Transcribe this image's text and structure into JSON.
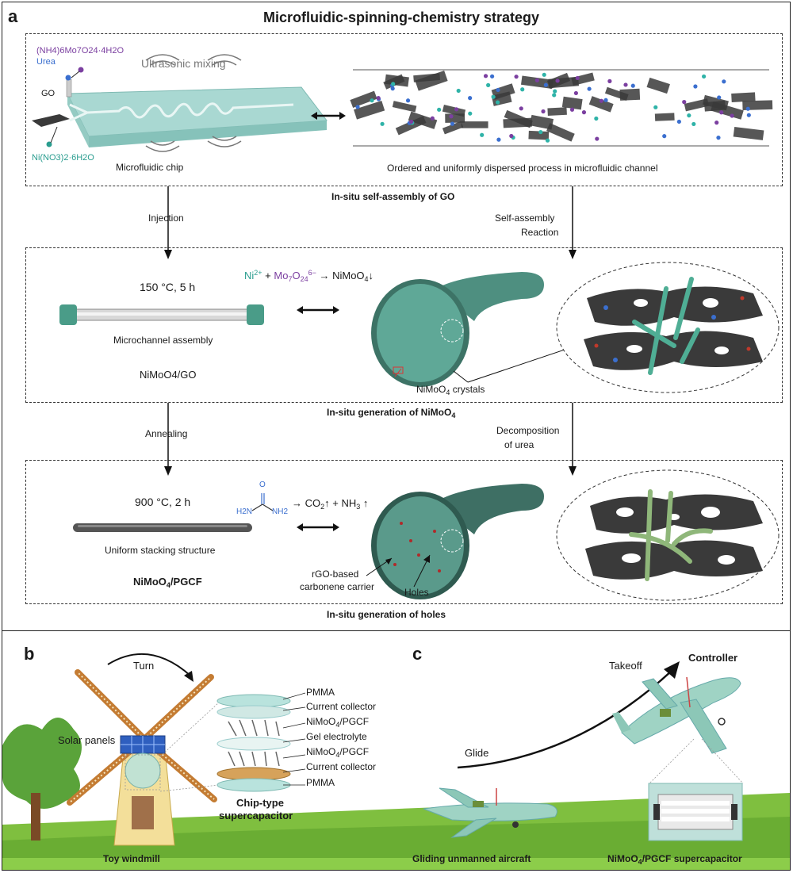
{
  "panel_a": {
    "letter": "a",
    "title": "Microfluidic-spinning-chemistry strategy",
    "box1": {
      "reagent_top": "(NH4)6Mo7O24·4H2O",
      "reagent_urea": "Urea",
      "reagent_go": "GO",
      "reagent_ni": "Ni(NO3)2·6H2O",
      "ultrasonic": "Ultrasonic mixing",
      "chip": "Microfluidic chip",
      "process": "Ordered and uniformly dispersed process  in microfluidic channel",
      "caption": "In-situ self-assembly of GO"
    },
    "arrow_left_1": "Injection",
    "arrow_right_1_line1": "Self-assembly",
    "arrow_right_1_line2": "Reaction",
    "box2": {
      "condition": "150 °C, 5 h",
      "reaction": "Ni2+ + Mo7O24 6− → NiMoO4↓",
      "assembly": "Microchannel assembly",
      "product": "NiMoO4/GO",
      "crystals": "NiMoO4 crystals",
      "caption": "In-situ generation of NiMoO4"
    },
    "arrow_left_2": "Annealing",
    "arrow_right_2_line1": "Decomposition",
    "arrow_right_2_line2": "of urea",
    "box3": {
      "condition": "900 °C, 2 h",
      "urea_h2n": "H2N",
      "urea_nh2": "NH2",
      "urea_o": "O",
      "reaction": "→ CO2↑ + NH3 ↑",
      "structure": "Uniform stacking structure",
      "product": "NiMoO4/PGCF",
      "carrier_line1": "rGO-based",
      "carrier_line2": "carbonene carrier",
      "holes": "Holes",
      "caption": "In-situ generation of holes"
    }
  },
  "panel_b": {
    "letter": "b",
    "turn": "Turn",
    "solar": "Solar panels",
    "layers": [
      "PMMA",
      "Current collector",
      "NiMoO4/PGCF",
      "Gel electrolyte",
      "NiMoO4/PGCF",
      "Current collector",
      "PMMA"
    ],
    "device_line1": "Chip-type",
    "device_line2": "supercapacitor",
    "caption": "Toy windmill"
  },
  "panel_c": {
    "letter": "c",
    "takeoff": "Takeoff",
    "controller": "Controller",
    "glide": "Glide",
    "caption_left": "Gliding unmanned aircraft",
    "caption_right": "NiMoO4/PGCF supercapacitor"
  },
  "colors": {
    "teal": "#5fb3a2",
    "chip": "#a9d8d2",
    "graphene": "#3a3a3a",
    "ni_text": "#2a9d8f",
    "mo_text": "#7b3fa0",
    "urea_text": "#3b6fcf",
    "grass": "#7fbf3f",
    "plane": "#9fd3c4"
  }
}
